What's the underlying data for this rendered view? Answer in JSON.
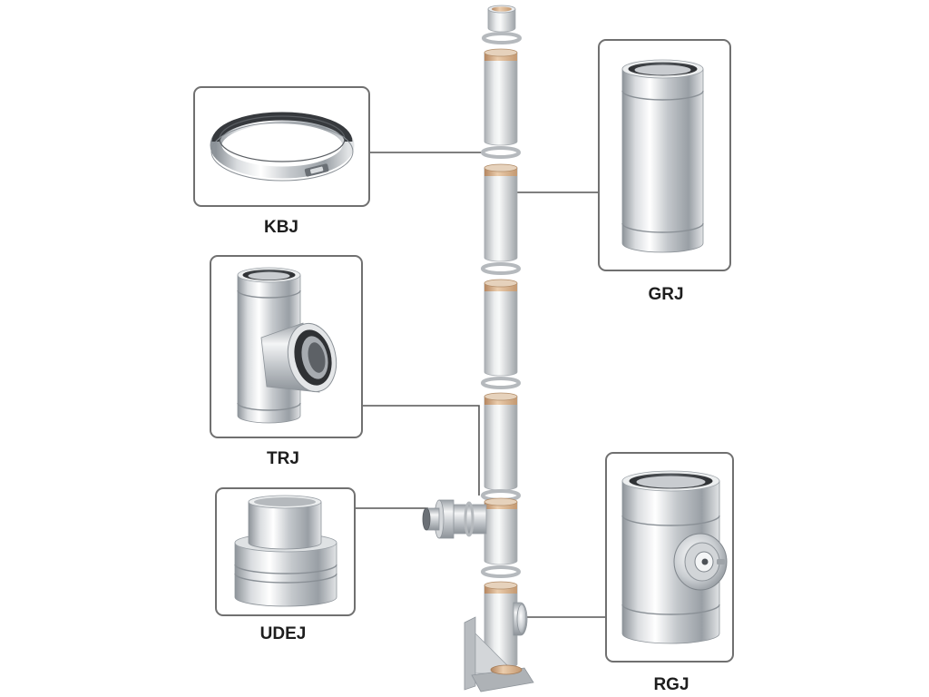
{
  "diagram": {
    "callouts": [
      {
        "label": "KBJ"
      },
      {
        "label": "GRJ"
      },
      {
        "label": "TRJ"
      },
      {
        "label": "UDEJ"
      },
      {
        "label": "RGJ"
      }
    ]
  },
  "colors": {
    "box_border": "#707070",
    "connector": "#555555",
    "label": "#1e1e1e",
    "liner_copper": "#c8a27c",
    "steel": "#d9dcdf"
  }
}
